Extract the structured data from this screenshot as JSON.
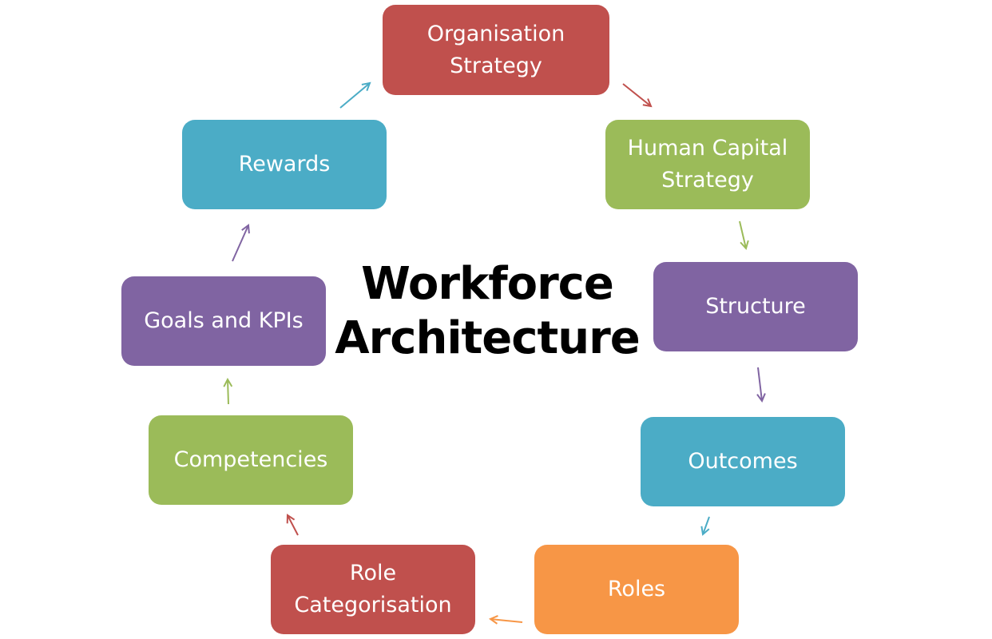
{
  "title": "Workforce\nArchitecture",
  "nodes": [
    {
      "id": "organisation-strategy",
      "label": "Organisation\nStrategy",
      "color": "#c0504d"
    },
    {
      "id": "human-capital-strategy",
      "label": "Human Capital\nStrategy",
      "color": "#9bbb59"
    },
    {
      "id": "structure",
      "label": "Structure",
      "color": "#8064a2"
    },
    {
      "id": "outcomes",
      "label": "Outcomes",
      "color": "#4bacc6"
    },
    {
      "id": "roles",
      "label": "Roles",
      "color": "#f79646"
    },
    {
      "id": "role-categorisation",
      "label": "Role\nCategorisation",
      "color": "#c0504d"
    },
    {
      "id": "competencies",
      "label": "Competencies",
      "color": "#9bbb59"
    },
    {
      "id": "goals-and-kpis",
      "label": "Goals and KPIs",
      "color": "#8064a2"
    },
    {
      "id": "rewards",
      "label": "Rewards",
      "color": "#4bacc6"
    }
  ],
  "edges": [
    {
      "from": "Organisation Strategy",
      "to": "Human Capital Strategy",
      "color": "#c0504d"
    },
    {
      "from": "Human Capital Strategy",
      "to": "Structure",
      "color": "#9bbb59"
    },
    {
      "from": "Structure",
      "to": "Outcomes",
      "color": "#8064a2"
    },
    {
      "from": "Outcomes",
      "to": "Roles",
      "color": "#4bacc6"
    },
    {
      "from": "Roles",
      "to": "Role Categorisation",
      "color": "#f79646"
    },
    {
      "from": "Role Categorisation",
      "to": "Competencies",
      "color": "#c0504d"
    },
    {
      "from": "Competencies",
      "to": "Goals and KPIs",
      "color": "#9bbb59"
    },
    {
      "from": "Goals and KPIs",
      "to": "Rewards",
      "color": "#8064a2"
    },
    {
      "from": "Rewards",
      "to": "Organisation Strategy",
      "color": "#4bacc6"
    }
  ]
}
